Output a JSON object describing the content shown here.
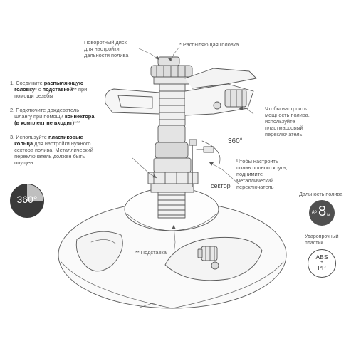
{
  "callouts": {
    "rotary_disc": {
      "line1": "Поворотный диск",
      "line2": "для настройки",
      "line3": "дальности полива"
    },
    "spray_head": "* Распыляющая головка",
    "power": {
      "line1": "Чтобы настроить",
      "line2": "мощность полива,",
      "line3": "используйте",
      "line4": "пластмассовый",
      "line5": "переключатель"
    },
    "full_circle": {
      "line1": "Чтобы настроить",
      "line2": "полив полного круга,",
      "line3": "поднимите",
      "line4": "металлический",
      "line5": "переключатель"
    },
    "stand": "** Подставка",
    "angle": "360°",
    "sector": "сектор"
  },
  "steps": {
    "s1": {
      "num": "1.",
      "a": "Соедините ",
      "b": "распыляющую",
      "c": "головку",
      "d": "* с ",
      "e": "подставкой",
      "f": "** при",
      "g": "помощи резьбы"
    },
    "s2": {
      "num": "2.",
      "a": "Подключите дождеватель",
      "b": "шлангу при помощи ",
      "c": "коннектора",
      "d": "(в комплект не входит)",
      "e": "***"
    },
    "s3": {
      "num": "3.",
      "a": "Используйте ",
      "b": "пластиковые",
      "c": "кольца",
      "d": " для настройки нужного",
      "e": "сектора полива. Металлический",
      "f": "переключатель должен быть",
      "g": "опущен."
    }
  },
  "badges": {
    "circle_label": "360°",
    "range_title": "Дальность полива",
    "range_prefix": "до",
    "range_value": "8",
    "range_unit": "м",
    "material_title1": "Ударопрочный",
    "material_title2": "пластик",
    "material_abs": "ABS",
    "material_plus": "+",
    "material_pp": "PP"
  },
  "colors": {
    "line": "#5a5a5a",
    "text": "#4a4a4a",
    "badge_dark": "#3a3a3a",
    "badge_light": "#bfbfbf",
    "range_badge": "#505050"
  }
}
